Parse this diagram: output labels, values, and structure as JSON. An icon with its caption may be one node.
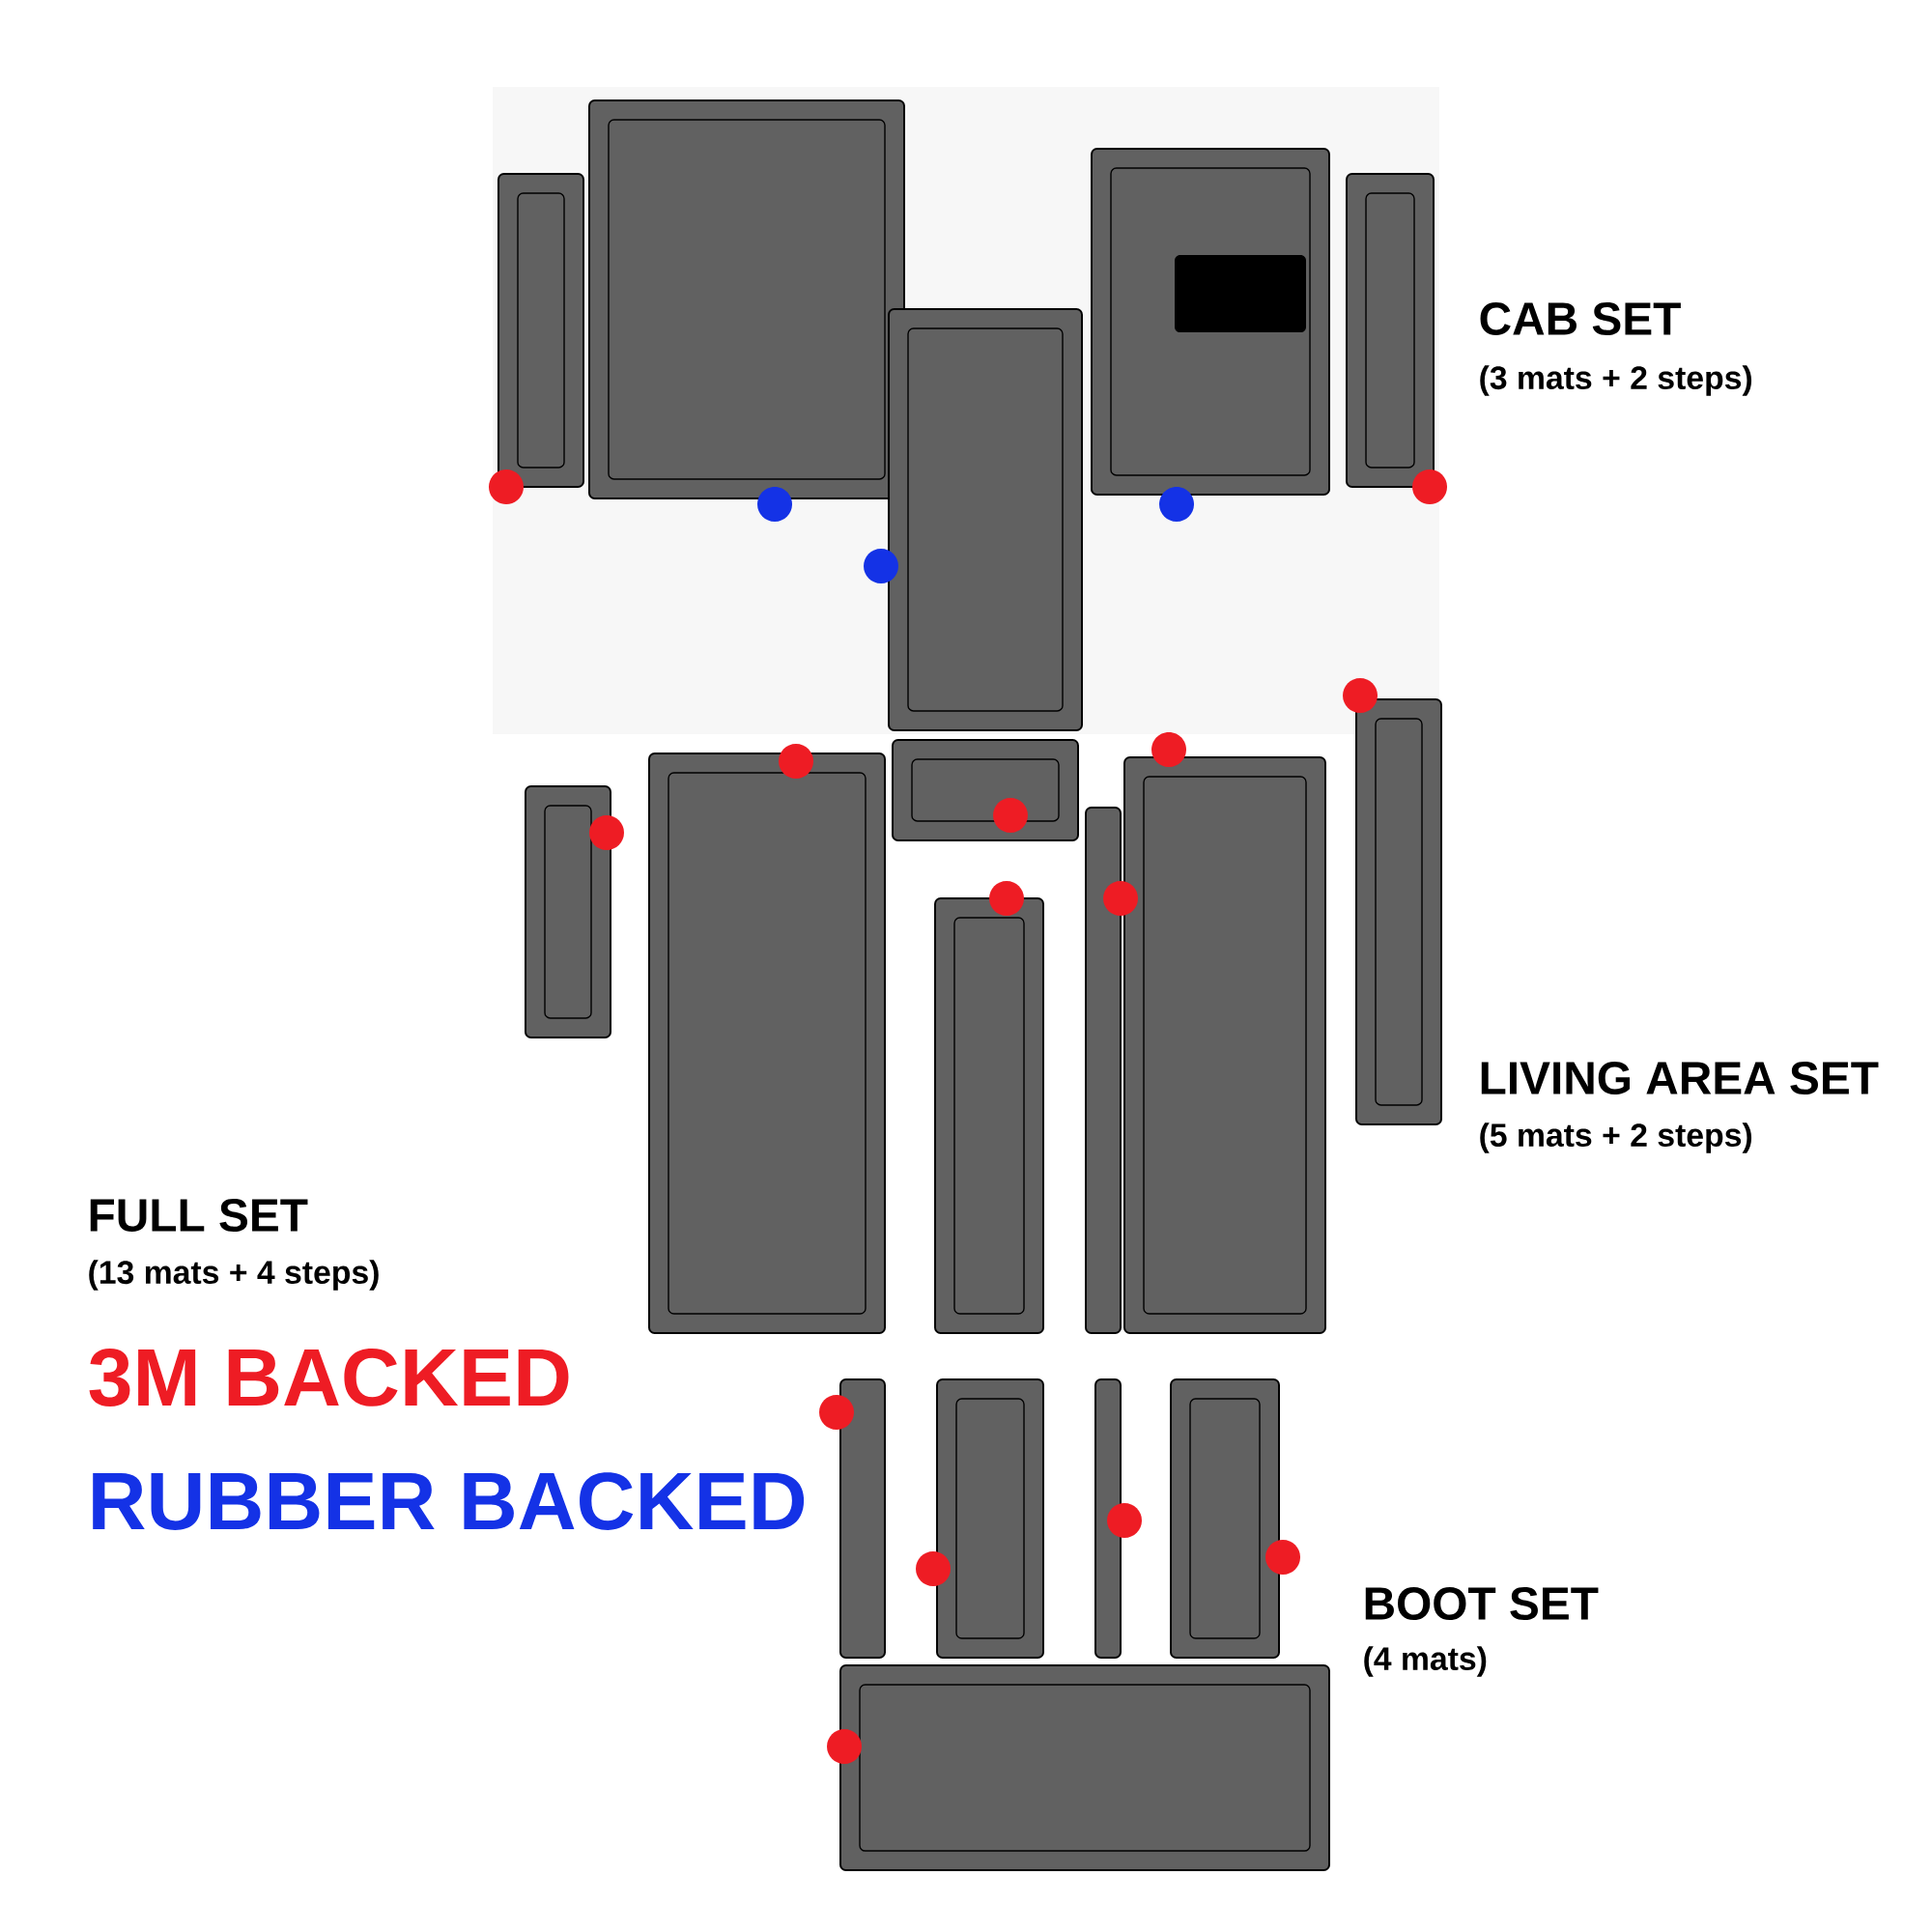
{
  "diagram": {
    "labels": [
      "CAB SET",
      "(3 mats + 2 steps)",
      "LIVING AREA SET",
      "(5 mats + 2 steps)",
      "FULL SET",
      "(13 mats + 4 steps)",
      "BOOT SET",
      "(4 mats)"
    ],
    "legend": [
      {
        "text": "3M BACKED",
        "color": "#ee1c24"
      },
      {
        "text": "RUBBER BACKED",
        "color": "#1432e6"
      }
    ]
  }
}
